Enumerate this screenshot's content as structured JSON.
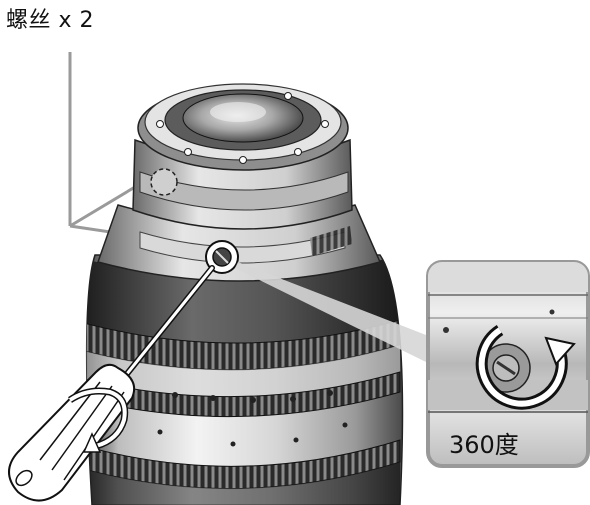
{
  "callout": {
    "label": "螺丝 x 2"
  },
  "inset": {
    "rotation_label": "360度"
  },
  "icons": {
    "lens": "lens-barrel-illustration",
    "screwdriver": "screwdriver-icon",
    "rotate": "rotate-arrow-icon",
    "screw": "screw-head-icon"
  }
}
